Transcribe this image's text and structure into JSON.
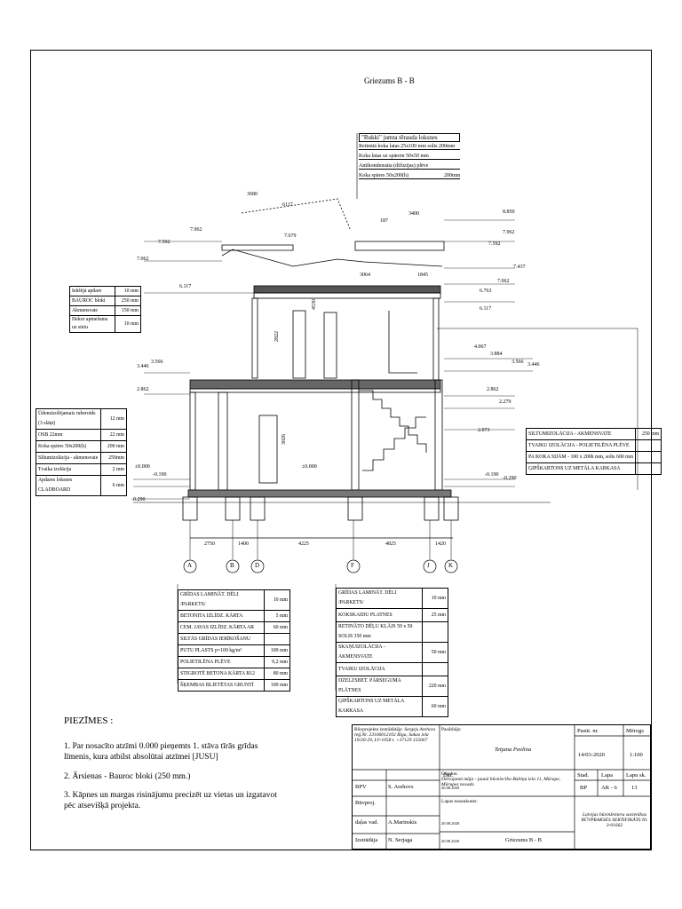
{
  "drawing": {
    "title": "Griezums B - B",
    "roof_note": [
      "\"Rukki\" jumta tērauda loksnes",
      "Retinātā koka latas 25x100 mm solis 200mm",
      "Koka latas uz spārem 50x50 mm",
      "Antikondensāta (difūzijas) plēve",
      "Koka spāres 50x200(h)",
      "200mm"
    ],
    "elevations": [
      "7.962",
      "7.592",
      "7.062",
      "6.117",
      "7.679",
      "8.850",
      "7.962",
      "7.592",
      "7.437",
      "7.062",
      "6.763",
      "6.117",
      "3.446",
      "3.566",
      "2.862",
      "4.067",
      "3.884",
      "3.566",
      "3.446",
      "2.862",
      "2.279",
      "2.073",
      "±0.000",
      "-0.190",
      "-0.290",
      "±0.000",
      "-0.190",
      "-0.290"
    ],
    "dims_top": [
      "3680",
      "6117",
      "3400",
      "3064",
      "1845",
      "187"
    ],
    "dims_inner": [
      "2822",
      "4530",
      "3026"
    ],
    "dims_bottom": [
      "2750",
      "1400",
      "4225",
      "4825",
      "1420"
    ],
    "axes": [
      "A",
      "B",
      "D",
      "F",
      "J",
      "K"
    ],
    "left_upper_layers": [
      {
        "label": "Iekšējā apdare",
        "value": "10 mm"
      },
      {
        "label": "BAUROC bloki",
        "value": "250 mm"
      },
      {
        "label": "Akmensvate",
        "value": "150 mm"
      },
      {
        "label": "Dekor apmešums uz sietu",
        "value": "10 mm"
      }
    ],
    "left_lower_layers": [
      {
        "label": "Ūdensizolējamais ruberoīds (3 slāņi)",
        "value": "12 mm"
      },
      {
        "label": "OSB 22mm",
        "value": "22 mm"
      },
      {
        "label": "Koka spāres 50x200(h)",
        "value": "200 mm"
      },
      {
        "label": "Siltumizolācija - akmensvate",
        "value": "250mm"
      },
      {
        "label": "Tvaika izolācija",
        "value": "2 mm"
      },
      {
        "label": "Apdares loksnes CLADBOARD",
        "value": "6 mm"
      }
    ],
    "right_layers": [
      {
        "label": "SILTUMIZOLĀCIJA - AKMENSVATE",
        "value": "250 mm"
      },
      {
        "label": "TVAIKU IZOLĀCIJA - POLIETILĒNA PLĒVE",
        "value": ""
      },
      {
        "label": "PA KOKA SIJĀM - 100 x 200h mm, solis 600 mm",
        "value": ""
      },
      {
        "label": "ĢIPŠKARTONS UZ METĀLA KARKASA",
        "value": ""
      }
    ],
    "floor_left": [
      {
        "label": "GRĪDAS LAMINĀT. DĒLI /PARKETS/",
        "value": "10 mm"
      },
      {
        "label": "BETONITA IZLĪDZ. KĀRTA",
        "value": "5 mm"
      },
      {
        "label": "CEM. JAVAS IZLĪDZ. KĀRTA AR",
        "value": "60 mm"
      },
      {
        "label": "SILTĀS GRĪDAS IERĪKOŠANU",
        "value": ""
      },
      {
        "label": "PUTU PLASTS p=100 kg/m²",
        "value": "100 mm"
      },
      {
        "label": "POLIETILĒNA PLĒVE",
        "value": "0,2 mm"
      },
      {
        "label": "STIGROTĒ BETONA KĀRTA B12",
        "value": "80 mm"
      },
      {
        "label": "ŠĶEMBAS BLIETĒTAS GRUNTĪ",
        "value": "100 mm"
      }
    ],
    "floor_right": [
      {
        "label": "GRĪDAS LAMINĀT. DĒLI /PARKETS/",
        "value": "10 mm"
      },
      {
        "label": "KOKSKAIDU PLATNES",
        "value": "25 mm"
      },
      {
        "label": "RETINĀTO DĒĻU KLĀJS 50 x 50  SOLIS 350 mm",
        "value": ""
      },
      {
        "label": "SKAŅUIZOLĀCIJA - AKMENSVATE",
        "value": "50 mm"
      },
      {
        "label": "TVAIKU IZOLĀCIJA",
        "value": ""
      },
      {
        "label": "DZELZSBET. PĀRSEGUMA PLĀTNES",
        "value": "220 mm"
      },
      {
        "label": "ĢIPŠKARTONS UZ METĀLA KARKASA",
        "value": "60 mm"
      }
    ]
  },
  "notes": {
    "heading": "PIEZĪMES :",
    "items": [
      "1. Par nosacīto atzīmi 0.000 pieņemts 1. stāva tīrās grīdas līmenis, kura atbilst absolūtai atzīmei [JUSU]",
      "2. Ārsienas  - Bauroc bloki (250 mm.)",
      "3. Kāpnes un margas risinājumu precizēt uz vietas un izgatavot pēc atsevišķā projekta."
    ]
  },
  "titleblock": {
    "author_label": "Būvprojekta izstrādātājs:",
    "author": "Sergejs Arehovs reģ.Nr. 23106012102 Rīga, Sakas iela 19/20-29, LV-1058 t. +37129 155067",
    "client_label": "Pasūtītājs:",
    "client": "Tetjana Pavlina",
    "order_label": "Pasūt. nr.",
    "order": "14/03-2020",
    "scale_label": "Mērogs",
    "scale": "1:100",
    "object_label": "Objekts:",
    "object": "Dzīvojamā māja - jaunā būvniecība Baltiņu iela 11, Mārupe, Mārupes novads.",
    "date_label": "Dat.",
    "stage_label": "Stad.",
    "sheet_label": "Lapa",
    "sheets_label": "Lapu sk.",
    "stage": "BP",
    "sheet": "AR - 6",
    "sheets": "13",
    "rows": [
      {
        "role": "BPV",
        "name": "S. Arehovs",
        "date": "20.08.2020"
      },
      {
        "role": "Būvproj.",
        "name": "",
        "date": ""
      },
      {
        "role": "daļas vad.",
        "name": "A.Marinskis",
        "date": "20.08.2020"
      },
      {
        "role": "Izstrādāja",
        "name": "N. Serjaga",
        "date": "20.08.2020"
      }
    ],
    "sheet_name_label": "Lapas nosaukums:",
    "sheet_name": "Griezums B - B",
    "cert": "Latvijas būvinženieru savienības BŪVPRAKSES SERTIFIKĀTS Nr. 3-01662"
  }
}
